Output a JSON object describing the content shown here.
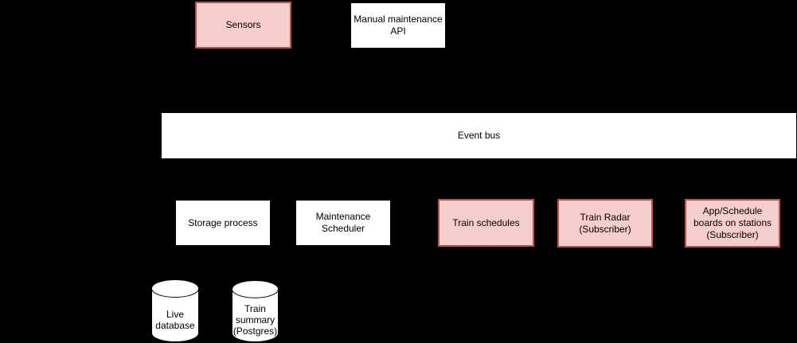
{
  "diagram": {
    "background_color": "#000000",
    "colors": {
      "source_subscriber_fill": "#f8cecc",
      "source_subscriber_border": "#b85450",
      "process_fill": "#ffffff",
      "process_border": "#000000",
      "text_color": "#000000"
    },
    "nodes": {
      "sensors": {
        "label": "Sensors",
        "style": "highlighted"
      },
      "manual_maintenance_api": {
        "label": "Manual maintenance API",
        "style": "plain"
      },
      "event_bus": {
        "label": "Event bus",
        "style": "plain"
      },
      "storage_process": {
        "label": "Storage process",
        "style": "plain"
      },
      "maintenance_scheduler": {
        "label": "Maintenance Scheduler",
        "style": "plain"
      },
      "train_schedules": {
        "label": "Train schedules",
        "style": "highlighted"
      },
      "train_radar": {
        "label": "Train Radar (Subscriber)",
        "style": "highlighted"
      },
      "app_schedule_boards": {
        "label": "App/Schedule boards on stations (Subscriber)",
        "style": "highlighted"
      },
      "live_database": {
        "label": "Live database",
        "shape": "cylinder"
      },
      "train_summary": {
        "label": "Train summary (Postgres)",
        "shape": "cylinder"
      }
    }
  }
}
